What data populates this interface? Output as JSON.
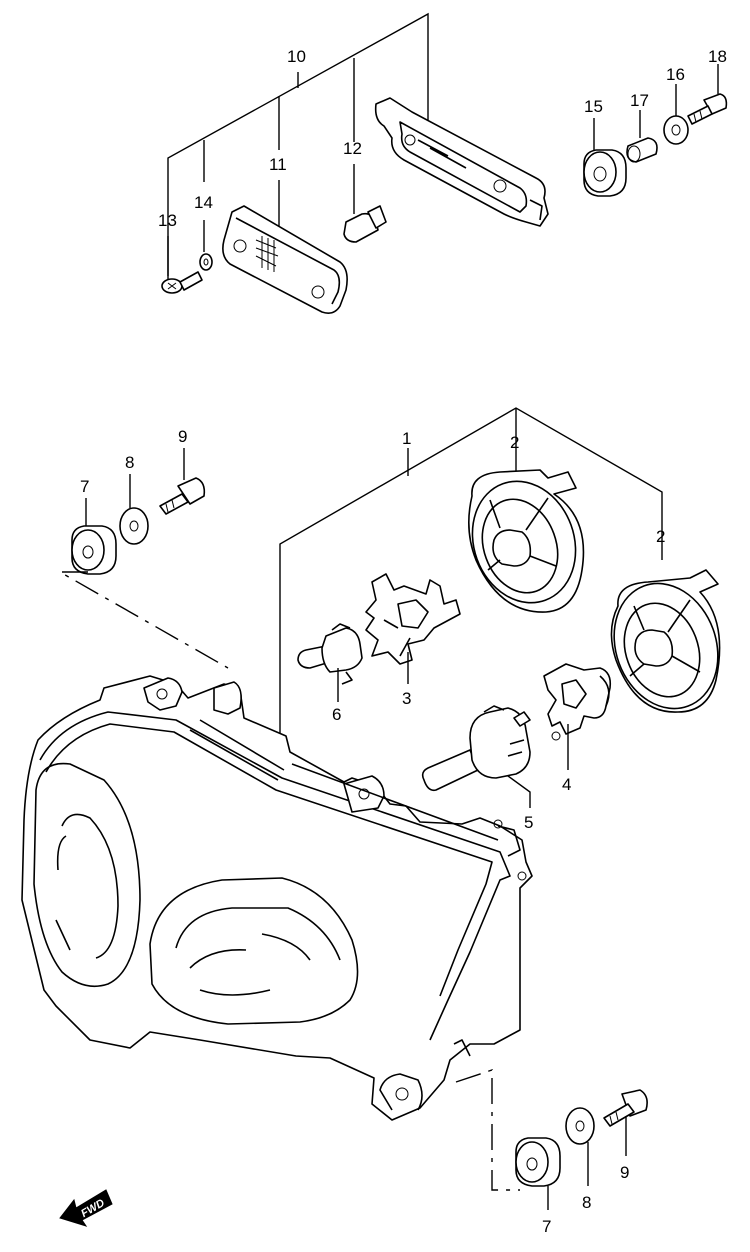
{
  "callouts": {
    "c1": "1",
    "c2a": "2",
    "c2b": "2",
    "c3": "3",
    "c4": "4",
    "c5": "5",
    "c6": "6",
    "c7a": "7",
    "c7b": "7",
    "c8a": "8",
    "c8b": "8",
    "c9a": "9",
    "c9b": "9",
    "c10": "10",
    "c11": "11",
    "c12": "12",
    "c13": "13",
    "c14": "14",
    "c15": "15",
    "c16": "16",
    "c17": "17",
    "c18": "18"
  },
  "fwd_label": "FWD",
  "icons": {
    "fwd_arrow": "arrow-left-down-icon"
  }
}
